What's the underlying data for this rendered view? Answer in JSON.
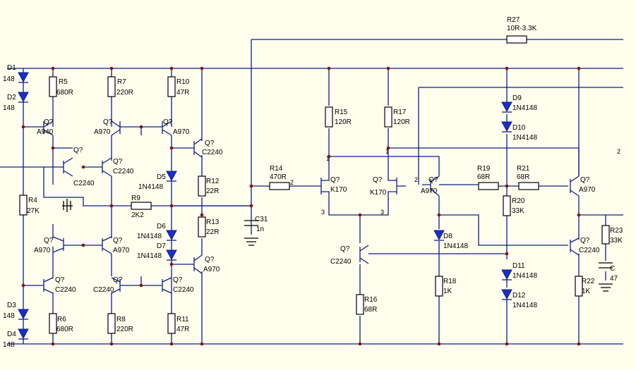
{
  "diagram": {
    "colors": {
      "background": "#fffdec",
      "wire": "#0d1f8a",
      "diode": "#1c2fc4",
      "junction": "#8a0f0f",
      "body": "#000000"
    },
    "resistors": [
      {
        "id": "R27",
        "value": "10R-3.3K"
      },
      {
        "id": "R5",
        "value": "680R"
      },
      {
        "id": "R7",
        "value": "220R"
      },
      {
        "id": "R10",
        "value": "47R"
      },
      {
        "id": "R4",
        "value": "27K"
      },
      {
        "id": "R9",
        "value": "2K2"
      },
      {
        "id": "R12",
        "value": "22R"
      },
      {
        "id": "R13",
        "value": "22R"
      },
      {
        "id": "R6",
        "value": "680R"
      },
      {
        "id": "R8",
        "value": "220R"
      },
      {
        "id": "R11",
        "value": "47R"
      },
      {
        "id": "R14",
        "value": "470R"
      },
      {
        "id": "R15",
        "value": "120R"
      },
      {
        "id": "R17",
        "value": "120R"
      },
      {
        "id": "R16",
        "value": "68R"
      },
      {
        "id": "R19",
        "value": "68R"
      },
      {
        "id": "R21",
        "value": "68R"
      },
      {
        "id": "R20",
        "value": "33K"
      },
      {
        "id": "R18",
        "value": "1K"
      },
      {
        "id": "R22",
        "value": "1K"
      },
      {
        "id": "R23",
        "value": "33K"
      }
    ],
    "diodes": [
      {
        "id": "D1",
        "value": "148"
      },
      {
        "id": "D2",
        "value": "148"
      },
      {
        "id": "D3",
        "value": "148"
      },
      {
        "id": "D4",
        "value": "148"
      },
      {
        "id": "D5",
        "value": "1N4148"
      },
      {
        "id": "D6",
        "value": "1N4148"
      },
      {
        "id": "D7",
        "value": "1N4148"
      },
      {
        "id": "D8",
        "value": "1N4148"
      },
      {
        "id": "D9",
        "value": "1N4148"
      },
      {
        "id": "D10",
        "value": "1N4148"
      },
      {
        "id": "D11",
        "value": "1N4148"
      },
      {
        "id": "D12",
        "value": "1N4148"
      }
    ],
    "capacitors": [
      {
        "id": "C31",
        "value": "1n"
      },
      {
        "id": "C",
        "value": "47"
      }
    ],
    "transistors": [
      {
        "ref": "Q?",
        "part": "A940"
      },
      {
        "ref": "Q?",
        "part": "A970"
      },
      {
        "ref": "Q?",
        "part": "A970"
      },
      {
        "ref": "Q?",
        "part": "C2240"
      },
      {
        "ref": "Q?",
        "part": "C2240"
      },
      {
        "ref": "Q?",
        "part": "C2240"
      },
      {
        "ref": "Q?",
        "part": "A970"
      },
      {
        "ref": "Q?",
        "part": "A970"
      },
      {
        "ref": "Q?",
        "part": "A970"
      },
      {
        "ref": "Q?",
        "part": "C2240"
      },
      {
        "ref": "Q?",
        "part": "C2240"
      },
      {
        "ref": "Q?",
        "part": "C2240"
      },
      {
        "ref": "Q?",
        "part": "K170"
      },
      {
        "ref": "Q?",
        "part": "K170"
      },
      {
        "ref": "Q?",
        "part": "C2240"
      },
      {
        "ref": "Q?",
        "part": "A970"
      },
      {
        "ref": "Q?",
        "part": "A970"
      },
      {
        "ref": "Q?",
        "part": "C2240"
      }
    ],
    "pins": {
      "one": "1",
      "two": "2",
      "three": "3"
    }
  }
}
